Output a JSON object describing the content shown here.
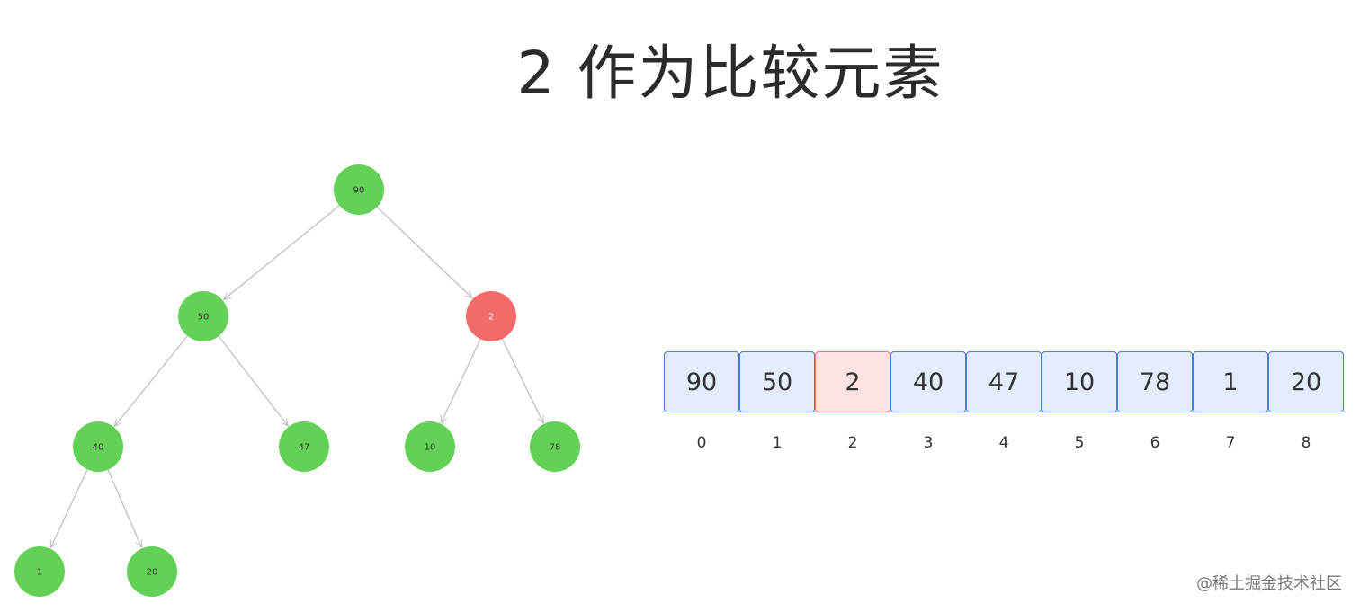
{
  "title": "2 作为比较元素",
  "colors": {
    "node_default": "#62d156",
    "node_highlight": "#f56b6b",
    "edge": "#c3c3c3",
    "cell_fill": "#e3ecfc",
    "cell_border": "#4a7fd6",
    "cell_highlight_fill": "#fde2e2",
    "cell_highlight_border": "#f07474"
  },
  "tree": {
    "nodes": [
      {
        "id": "n0",
        "label": "90",
        "state": "default"
      },
      {
        "id": "n1",
        "label": "50",
        "state": "default"
      },
      {
        "id": "n2",
        "label": "2",
        "state": "highlight"
      },
      {
        "id": "n3",
        "label": "40",
        "state": "default"
      },
      {
        "id": "n4",
        "label": "47",
        "state": "default"
      },
      {
        "id": "n5",
        "label": "10",
        "state": "default"
      },
      {
        "id": "n6",
        "label": "78",
        "state": "default"
      },
      {
        "id": "n7",
        "label": "1",
        "state": "default"
      },
      {
        "id": "n8",
        "label": "20",
        "state": "default"
      }
    ],
    "edges": [
      [
        "n0",
        "n1"
      ],
      [
        "n0",
        "n2"
      ],
      [
        "n1",
        "n3"
      ],
      [
        "n1",
        "n4"
      ],
      [
        "n2",
        "n5"
      ],
      [
        "n2",
        "n6"
      ],
      [
        "n3",
        "n7"
      ],
      [
        "n3",
        "n8"
      ]
    ]
  },
  "array": {
    "cells": [
      {
        "value": "90",
        "index": "0",
        "state": "default"
      },
      {
        "value": "50",
        "index": "1",
        "state": "default"
      },
      {
        "value": "2",
        "index": "2",
        "state": "highlight"
      },
      {
        "value": "40",
        "index": "3",
        "state": "default"
      },
      {
        "value": "47",
        "index": "4",
        "state": "default"
      },
      {
        "value": "10",
        "index": "5",
        "state": "default"
      },
      {
        "value": "78",
        "index": "6",
        "state": "default"
      },
      {
        "value": "1",
        "index": "7",
        "state": "default"
      },
      {
        "value": "20",
        "index": "8",
        "state": "default"
      }
    ]
  },
  "watermark": "@稀土掘金技术社区"
}
